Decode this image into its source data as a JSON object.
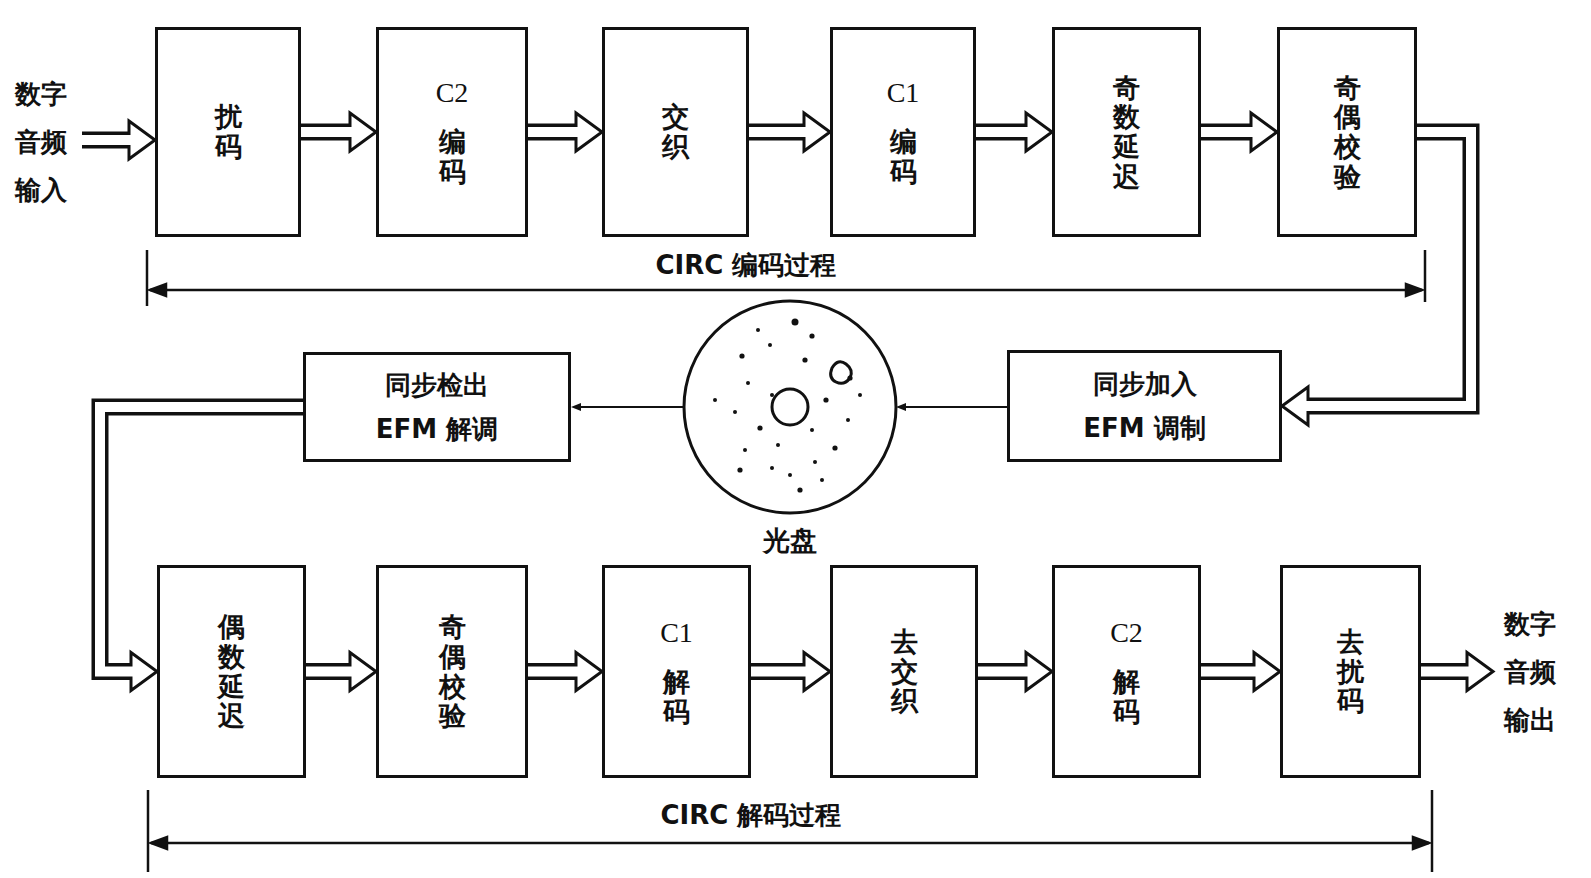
{
  "diagram": {
    "nodes": [
      {
        "text": [
          "扰码"
        ]
      },
      {
        "text": [
          "C2",
          "编码"
        ]
      },
      {
        "text": [
          "交织"
        ]
      },
      {
        "text": [
          "C1",
          "编码"
        ]
      },
      {
        "text": [
          "奇数延迟"
        ]
      },
      {
        "text": [
          "奇偶校验"
        ]
      },
      {
        "text": [
          "同步加入 EFM 调制"
        ]
      },
      {
        "text": [
          "光盘"
        ]
      },
      {
        "text": [
          "同步检出 EFM 解调"
        ]
      },
      {
        "text": [
          "偶数延迟"
        ]
      },
      {
        "text": [
          "奇偶校验"
        ]
      },
      {
        "text": [
          "C1",
          "解码"
        ]
      },
      {
        "text": [
          "去交织"
        ]
      },
      {
        "text": [
          "C2",
          "解码"
        ]
      },
      {
        "text": [
          "去扰码"
        ]
      }
    ],
    "edges": [
      {
        "from": 0,
        "to": 1,
        "arrow": "to"
      },
      {
        "from": 1,
        "to": 2,
        "arrow": "to"
      },
      {
        "from": 2,
        "to": 3,
        "arrow": "to"
      },
      {
        "from": 3,
        "to": 4,
        "arrow": "to"
      },
      {
        "from": 4,
        "to": 5,
        "arrow": "to"
      },
      {
        "from": 5,
        "to": 6,
        "arrow": "to"
      },
      {
        "from": 6,
        "to": 7,
        "arrow": "to"
      },
      {
        "from": 7,
        "to": 8,
        "arrow": "to"
      },
      {
        "from": 8,
        "to": 9,
        "arrow": "to"
      },
      {
        "from": 9,
        "to": 10,
        "arrow": "to"
      },
      {
        "from": 10,
        "to": 11,
        "arrow": "to"
      },
      {
        "from": 11,
        "to": 12,
        "arrow": "to"
      },
      {
        "from": 12,
        "to": 13,
        "arrow": "to"
      },
      {
        "from": 13,
        "to": 14,
        "arrow": "to"
      }
    ],
    "labels": [
      "数字音频输入",
      "CIRC 编码过程",
      "CIRC 解码过程",
      "数字音频输出"
    ]
  }
}
